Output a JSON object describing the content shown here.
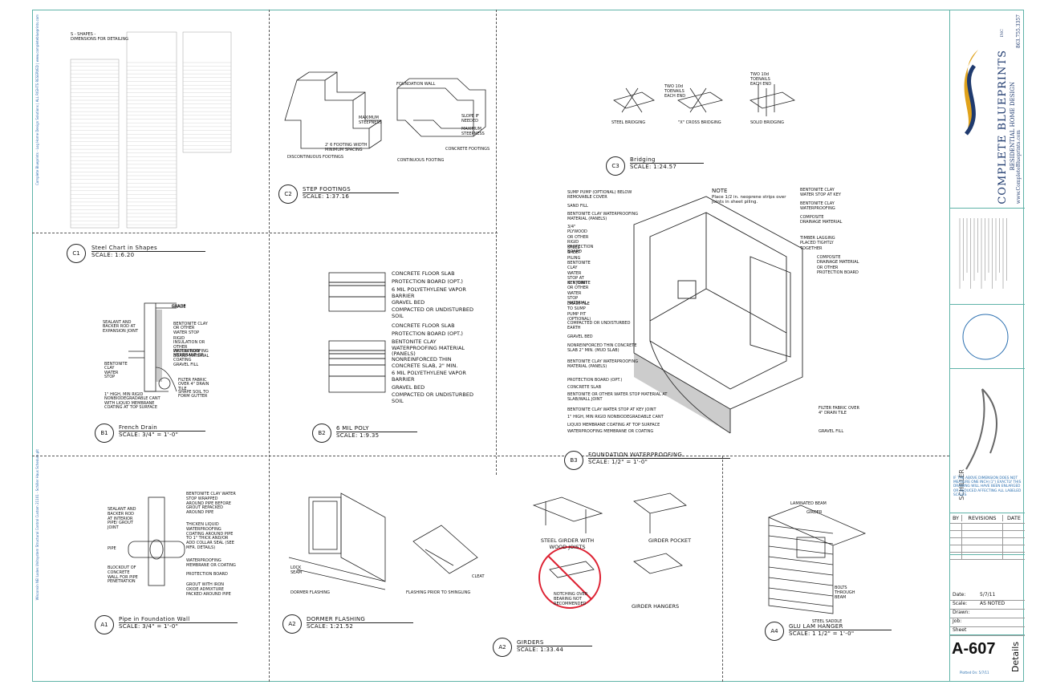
{
  "border_notes": {
    "left_top": "Complete Blueprints - Log Home Design Solutions | ALL RIGHTS RESERVED | www.completeblueprints.com",
    "left_bottom": "Wisconsin NEI Lodes Unitsystem Structural Control   Custom 21101 - Schiller Haus Schedule.plt"
  },
  "details": {
    "c1": {
      "id": "C1",
      "title": "Steel Chart in Shapes",
      "scale": "SCALE: 1:6.20"
    },
    "c2": {
      "id": "C2",
      "title": "STEP FOOTINGS",
      "scale": "SCALE: 1:37.16",
      "labels": {
        "disc": "DISCONTINUOUS FOOTINGS",
        "cont": "CONTINUOUS FOOTING",
        "max1": "MAXIMUM STEEPNESS",
        "spacing": "2' 6 FOOTING WIDTH MINIMUM SPACING",
        "fwall": "FOUNDATION WALL",
        "slope": "SLOPE IF NEEDED",
        "max2": "MAXIMUM STEEPNESS",
        "cfoot": "CONCRETE FOOTINGS"
      }
    },
    "c3": {
      "id": "C3",
      "title": "Bridging",
      "scale": "SCALE: 1:24.57",
      "labels": {
        "steel": "STEEL BRIDGING",
        "x": "\"X\" CROSS BRIDGING",
        "solid": "SOLID BRIDGING",
        "two1": "TWO 10d TOENAILS EACH END",
        "two2": "TWO 10d TOENAILS EACH END"
      }
    },
    "b1": {
      "id": "B1",
      "title": "French Drain",
      "scale": "SCALE: 3/4\" = 1'-0\"",
      "labels": [
        "GRADE",
        "SEALANT AND BACKER ROD AT EXPANSION JOINT",
        "BENTONITE CLAY OR OTHER WATER STOP",
        "RIGID INSULATION OR OTHER PROTECTION BOARD MATERIAL",
        "WATERPROOFING MEMBRANE OR COATING",
        "GRAVEL FILL",
        "BENTONITE CLAY WATER STOP",
        "FILTER FABRIC OVER 4\" DRAIN TILE",
        "SHAPE SOIL TO FORM GUTTER",
        "1\" HIGH, MIN RIGID NONBIODEGRADABLE CANT WITH LIQUID MEMBRANE COATING AT TOP SURFACE"
      ]
    },
    "b2": {
      "id": "B2",
      "title": "6 MIL POLY",
      "scale": "SCALE: 1:9.35",
      "top": [
        "CONCRETE FLOOR SLAB",
        "PROTECTION BOARD (OPT.)",
        "6 MIL POLYETHYLENE VAPOR BARRIER",
        "GRAVEL BED",
        "COMPACTED OR UNDISTURBED SOIL"
      ],
      "bottom": [
        "CONCRETE FLOOR SLAB",
        "PROTECTION BOARD (OPT.)",
        "BENTONITE CLAY WATERPROOFING MATERIAL (PANELS)",
        "NONREINFORCED THIN CONCRETE SLAB, 2\" MIN.",
        "6 MIL POLYETHYLENE VAPOR BARRIER",
        "GRAVEL BED",
        "COMPACTED OR UNDISTURBED SOIL"
      ]
    },
    "b3": {
      "id": "B3",
      "title": "FOUNDATION WATERPROOFING",
      "scale": "SCALE: 1/2\" = 1'-0\"",
      "note_title": "NOTE",
      "note_text": "Place 1/2 in. neoprene strips over joints in sheet piling.",
      "left": [
        "SUMP PUMP (OPTIONAL) BELOW REMOVABLE COVER",
        "SAND FILL",
        "BENTONITE CLAY WATERPROOFING MATERIAL (PANELS)",
        "3/4\" PLYWOOD OR OTHER RIGID PROTECTION BOARD",
        "STEEL SHEET PILING",
        "BENTONITE CLAY WATER STOP AT KEY JOINT",
        "BENTONITE OR OTHER WATER STOP MATERIAL",
        "DRAIN TILE TO SUMP PUMP PIT (OPTIONAL)",
        "COMPACTED OR UNDISTURBED EARTH",
        "GRAVEL BED",
        "NONREINFORCED THIN CONCRETE SLAB 2\" MIN. (MUD SLAB)",
        "BENTONITE CLAY WATERPROOFING MATERIAL (PANELS)",
        "PROTECTION BOARD (OPT.)",
        "CONCRETE SLAB",
        "BENTONITE OR OTHER WATER STOP MATERIAL AT SLAB/WALL JOINT",
        "BENTONITE CLAY WATER STOP AT KEY JOINT",
        "1\" HIGH, MIN RIGID NONBIODEGRADABLE CANT",
        "LIQUID MEMBRANE COATING AT TOP SURFACE",
        "WATERPROOFING MEMBRANE OR COATING"
      ],
      "right": [
        "BENTONITE CLAY WATER STOP AT KEY",
        "BENTONITE CLAY WATERPROOFING",
        "COMPOSITE DRAINAGE MATERIAL",
        "TIMBER LAGGING PLACED TIGHTLY TOGETHER",
        "COMPOSITE DRAINAGE MATERIAL OR OTHER PROTECTION BOARD",
        "FILTER FABRIC OVER 4\" DRAIN TILE",
        "GRAVEL FILL"
      ]
    },
    "a1": {
      "id": "A1",
      "title": "Pipe in Foundation Wall",
      "scale": "SCALE: 3/4\" = 1'-0\"",
      "left": [
        "SEALANT AND BACKER ROD AT INTERIOR PIPE/ GROUT JOINT",
        "PIPE",
        "BLOCKOUT OF CONCRETE WALL FOR PIPE PENETRATION"
      ],
      "right": [
        "BENTONITE CLAY WATER STOP WRAPPED AROUND PIPE BEFORE GROUT REPACKED AROUND PIPE",
        "THICKEN LIQUID WATERPROOFING COATING AROUND PIPE TO 1\" THICK AND/OR ADD COLLAR SEAL (SEE MFR. DETAILS)",
        "WATERPROOFING MEMBRANE OR COATING",
        "PROTECTION BOARD",
        "GROUT WITH IRON OXIDE ADMIXTURE PACKED AROUND PIPE"
      ]
    },
    "a2a": {
      "id": "A2",
      "title": "DORMER FLASHING",
      "scale": "SCALE: 1:21.52",
      "labels": {
        "lock": "LOCK SEAM",
        "df": "DORMER FLASHING",
        "fp": "FLASHING PRIOR TO SHINGLING",
        "cleat": "CLEAT"
      }
    },
    "a2b": {
      "id": "A2",
      "title": "GIRDERS",
      "scale": "SCALE: 1:33.44",
      "labels": {
        "sg": "STEEL GIRDER WITH WOOD JOISTS",
        "gp": "GIRDER POCKET",
        "gh": "GIRDER HANGERS",
        "notch": "NOTCHING OVER BEARING NOT RECOMMENDED"
      }
    },
    "a4": {
      "id": "A4",
      "title": "GLU LAM HANGER",
      "scale": "SCALE: 1 1/2\" = 1'-0\"",
      "labels": {
        "lam": "LAMINATED BEAM",
        "girder": "GIRDER",
        "bolts": "BOLTS THROUGH BEAM",
        "saddle": "STEEL SADDLE"
      }
    }
  },
  "steel_chart": {
    "heading1": "S - SHAPES -",
    "heading2": "DIMENSIONS FOR DETAILING"
  },
  "title_block": {
    "company_line1": "COMPLETE BLUEPRINTS",
    "company_inc": "INC",
    "company_line2": "RESIDENTIAL HOME DESIGN",
    "website": "www.CompleteBlueprints.com",
    "phone": "863.755.3357",
    "disclaimer": "IF THE ABOVE DIMENSION DOES NOT MEASURE ONE INCH (1\") EXACTLY THIS DRAWING WILL HAVE BEEN ENLARGED OR REDUCED AFFECTING ALL LABELED SCALES",
    "revisions": {
      "by": "BY",
      "rev": "REVISIONS",
      "date": "DATE"
    },
    "info": [
      {
        "k": "Date:",
        "v": "5/7/11"
      },
      {
        "k": "Scale:",
        "v": "AS NOTED"
      },
      {
        "k": "Drawn:",
        "v": ""
      },
      {
        "k": "Job:",
        "v": ""
      },
      {
        "k": "Sheet",
        "v": ""
      }
    ],
    "sheet_no": "A-607",
    "sheet_label": "Details",
    "plotted": "Plotted On:   5/7/11",
    "brand_small": "SCHILLER"
  },
  "colors": {
    "teal": "#5fb3a8",
    "blue": "#1f3a6e",
    "gold": "#e0a21a",
    "blueline": "#2a6fb0"
  }
}
